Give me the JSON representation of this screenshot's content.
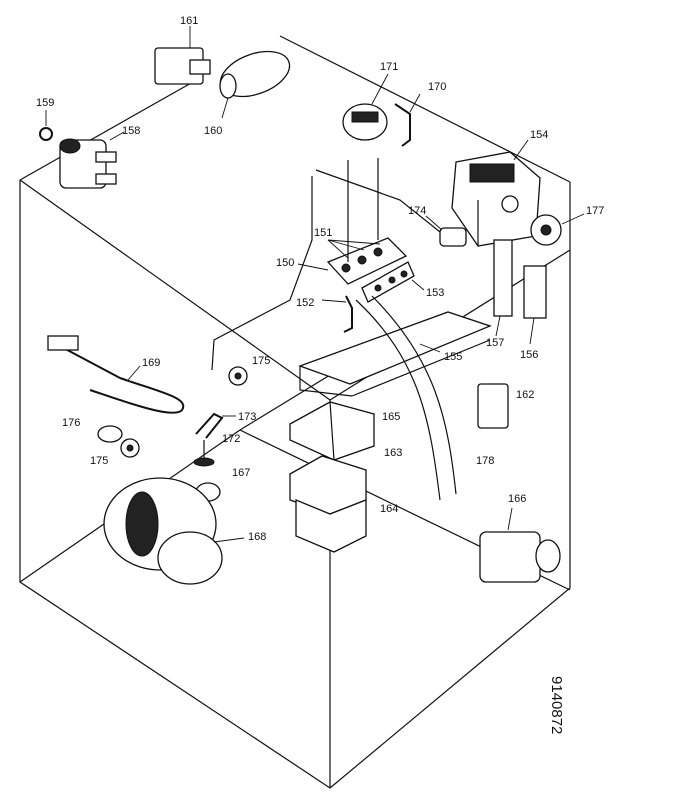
{
  "labels": {
    "p150": "150",
    "p151": "151",
    "p152": "152",
    "p153": "153",
    "p154": "154",
    "p155": "155",
    "p156": "156",
    "p157": "157",
    "p158": "158",
    "p159": "159",
    "p160": "160",
    "p161": "161",
    "p162": "162",
    "p163": "163",
    "p164": "164",
    "p165": "165",
    "p166": "166",
    "p167": "167",
    "p168": "168",
    "p169": "169",
    "p170": "170",
    "p171": "171",
    "p172": "172",
    "p173": "173",
    "p174": "174",
    "p175a": "175",
    "p175b": "175",
    "p176": "176",
    "p177": "177",
    "p178": "178"
  },
  "drawing_code": "9140872"
}
